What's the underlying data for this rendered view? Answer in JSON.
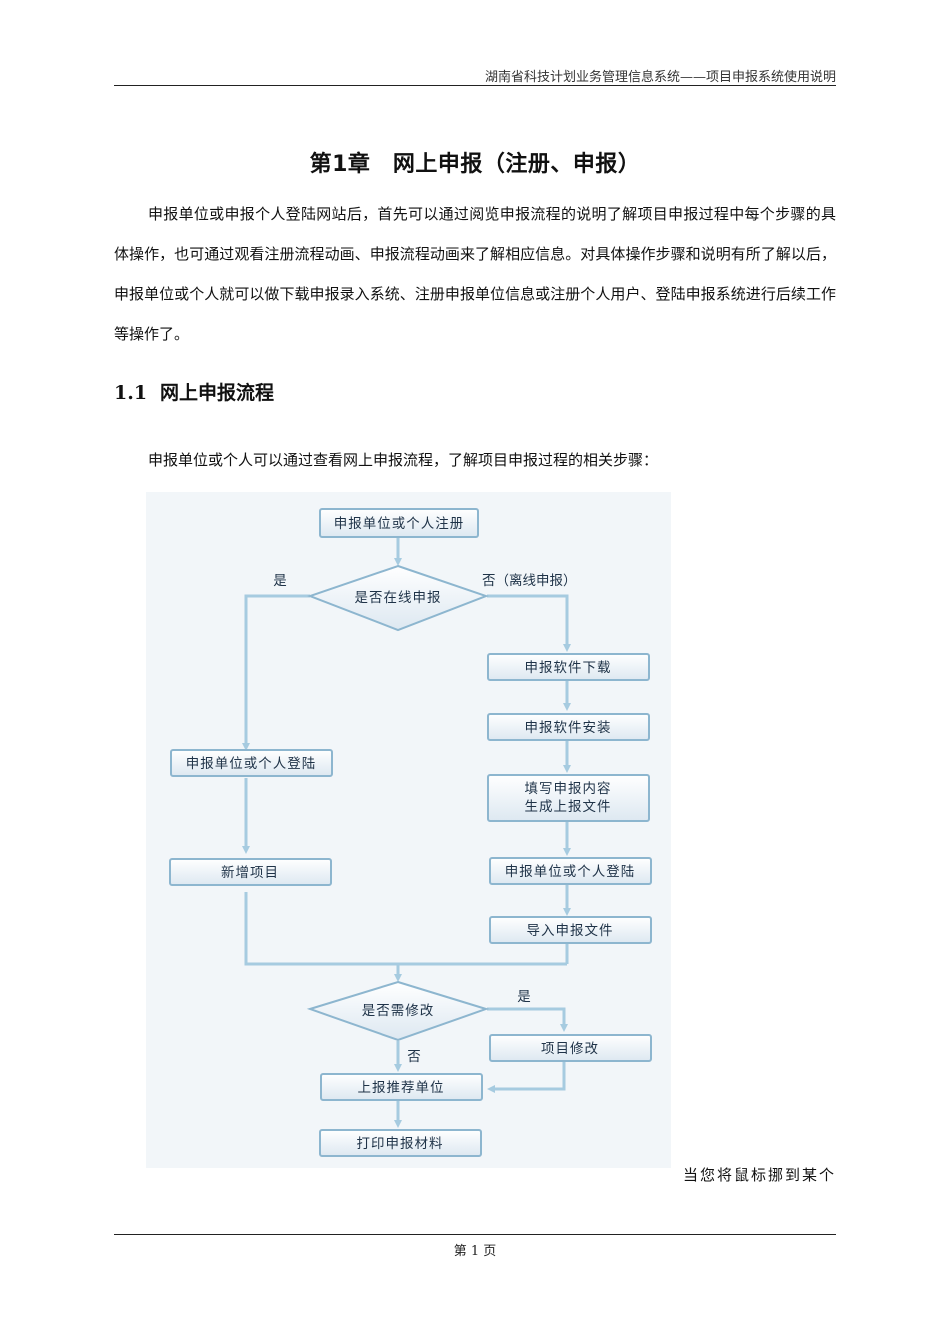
{
  "header": {
    "running_title": "湖南省科技计划业务管理信息系统——项目申报系统使用说明"
  },
  "chapter": {
    "title": "第1章　网上申报（注册、申报）",
    "intro": "申报单位或申报个人登陆网站后，首先可以通过阅览申报流程的说明了解项目申报过程中每个步骤的具体操作，也可通过观看注册流程动画、申报流程动画来了解相应信息。对具体操作步骤和说明有所了解以后，申报单位或个人就可以做下载申报录入系统、注册申报单位信息或注册个人用户、登陆申报系统进行后续工作等操作了。"
  },
  "section": {
    "number": "1.1",
    "title": "网上申报流程",
    "lead": "申报单位或个人可以通过查看网上申报流程，了解项目申报过程的相关步骤："
  },
  "flowchart": {
    "register": "申报单位或个人注册",
    "online_decision": "是否在线申报",
    "yes_label": "是",
    "no_offline_label": "否（离线申报）",
    "download": "申报软件下载",
    "install": "申报软件安装",
    "fill_line1": "填写申报内容",
    "fill_line2": "生成上报文件",
    "login_offline": "申报单位或个人登陆",
    "import": "导入申报文件",
    "login_online": "申报单位或个人登陆",
    "new_project": "新增项目",
    "modify_decision": "是否需修改",
    "modify_yes_label": "是",
    "modify_no_label": "否",
    "modify": "项目修改",
    "submit": "上报推荐单位",
    "print": "打印申报材料"
  },
  "trailing_text": "当您将鼠标挪到某个",
  "footer": {
    "page": "第 1 页"
  }
}
